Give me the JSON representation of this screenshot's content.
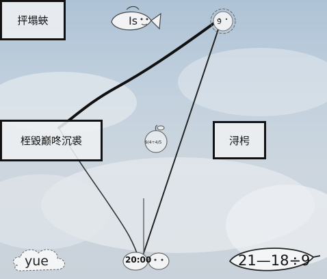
{
  "boxes": {
    "top_left": "抨塌蛺",
    "middle_left": "桎毀巅咚沉裘",
    "middle_right": "浔枵"
  },
  "fish_label": "Is",
  "flower_label": "9",
  "apple_label": "9/4÷4/5",
  "cloud_label": "yue",
  "pair_label": "20:00",
  "leaf_label": "21—18÷9",
  "colors": {
    "ink": "#111111",
    "sky": "#b9cbdb",
    "cloud": "#e9edf0"
  }
}
